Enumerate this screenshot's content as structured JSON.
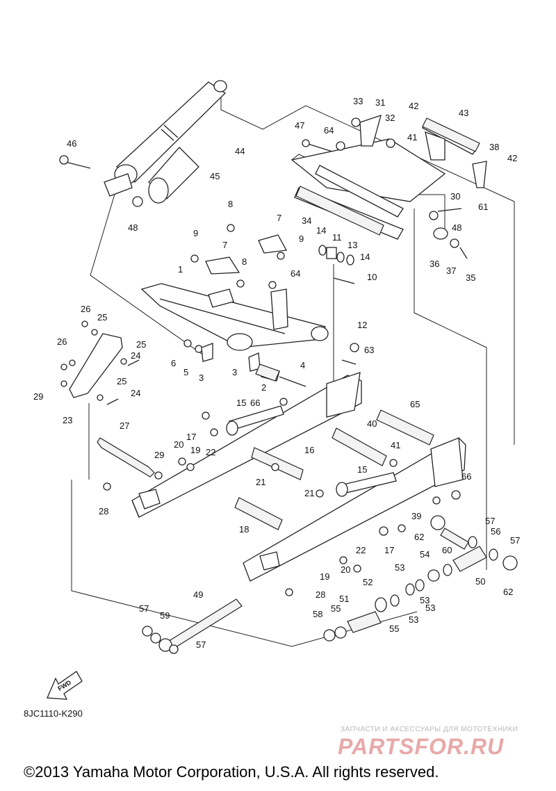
{
  "diagram_code": "8JC1110-K290",
  "fwd_label": "FWD",
  "copyright": "©2013 Yamaha Motor Corporation, U.S.A. All rights reserved.",
  "watermark": {
    "subtitle": "ЗАПЧАСТИ И АКСЕССУАРЫ ДЛЯ МОТОТЕХНИКИ",
    "logo": "PARTSFOR.RU"
  },
  "callouts": [
    "1",
    "2",
    "3",
    "3",
    "4",
    "5",
    "6",
    "7",
    "7",
    "8",
    "8",
    "9",
    "9",
    "10",
    "11",
    "12",
    "13",
    "14",
    "14",
    "15",
    "15",
    "16",
    "17",
    "17",
    "18",
    "19",
    "19",
    "20",
    "20",
    "21",
    "21",
    "22",
    "22",
    "23",
    "24",
    "24",
    "25",
    "25",
    "25",
    "26",
    "26",
    "27",
    "28",
    "28",
    "29",
    "29",
    "30",
    "31",
    "32",
    "33",
    "34",
    "35",
    "36",
    "37",
    "38",
    "39",
    "40",
    "41",
    "41",
    "42",
    "42",
    "43",
    "44",
    "45",
    "46",
    "47",
    "48",
    "48",
    "49",
    "50",
    "51",
    "52",
    "53",
    "53",
    "53",
    "53",
    "54",
    "55",
    "55",
    "56",
    "57",
    "57",
    "57",
    "57",
    "58",
    "59",
    "60",
    "61",
    "62",
    "62",
    "63",
    "64",
    "64",
    "65",
    "66",
    "66"
  ]
}
